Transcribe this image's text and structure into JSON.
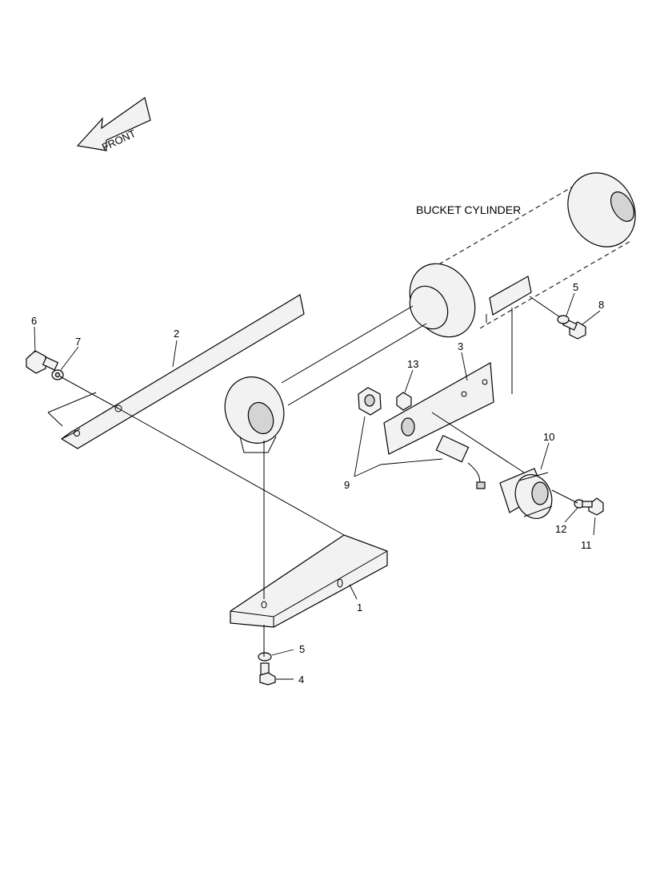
{
  "diagram": {
    "title": "BUCKET CYLINDER",
    "arrow_label": "FRONT",
    "callouts": [
      "1",
      "2",
      "3",
      "4",
      "5",
      "5",
      "6",
      "7",
      "8",
      "9",
      "10",
      "11",
      "12",
      "13"
    ],
    "icons": {
      "direction_arrow": "front-arrow-icon"
    }
  }
}
